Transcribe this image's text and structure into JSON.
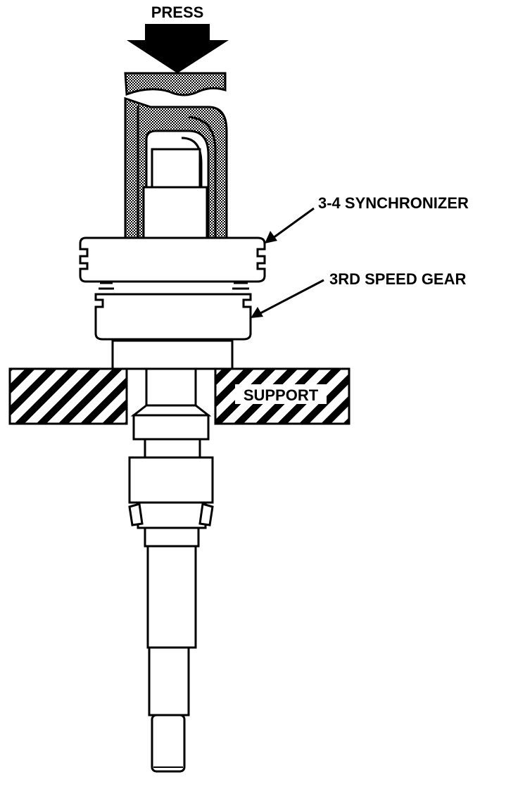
{
  "diagram": {
    "labels": {
      "press": "PRESS",
      "synchronizer": "3-4 SYNCHRONIZER",
      "third_gear": "3RD SPEED GEAR",
      "support": "SUPPORT"
    },
    "colors": {
      "ink": "#000000",
      "paper": "#ffffff",
      "stipple": "#8a8a8a"
    }
  }
}
